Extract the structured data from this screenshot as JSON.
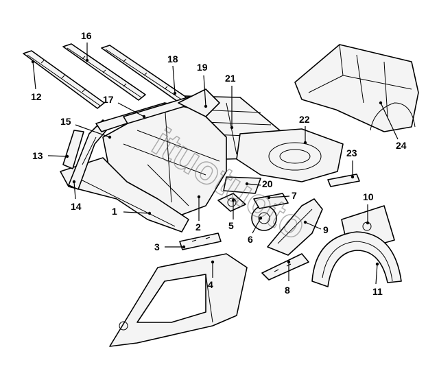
{
  "diagram": {
    "watermark": "ituotuoto",
    "callouts": [
      "1",
      "2",
      "3",
      "4",
      "5",
      "6",
      "7",
      "8",
      "9",
      "10",
      "11",
      "12",
      "13",
      "14",
      "15",
      "16",
      "17",
      "18",
      "19",
      "20",
      "21",
      "22",
      "23",
      "24"
    ]
  }
}
